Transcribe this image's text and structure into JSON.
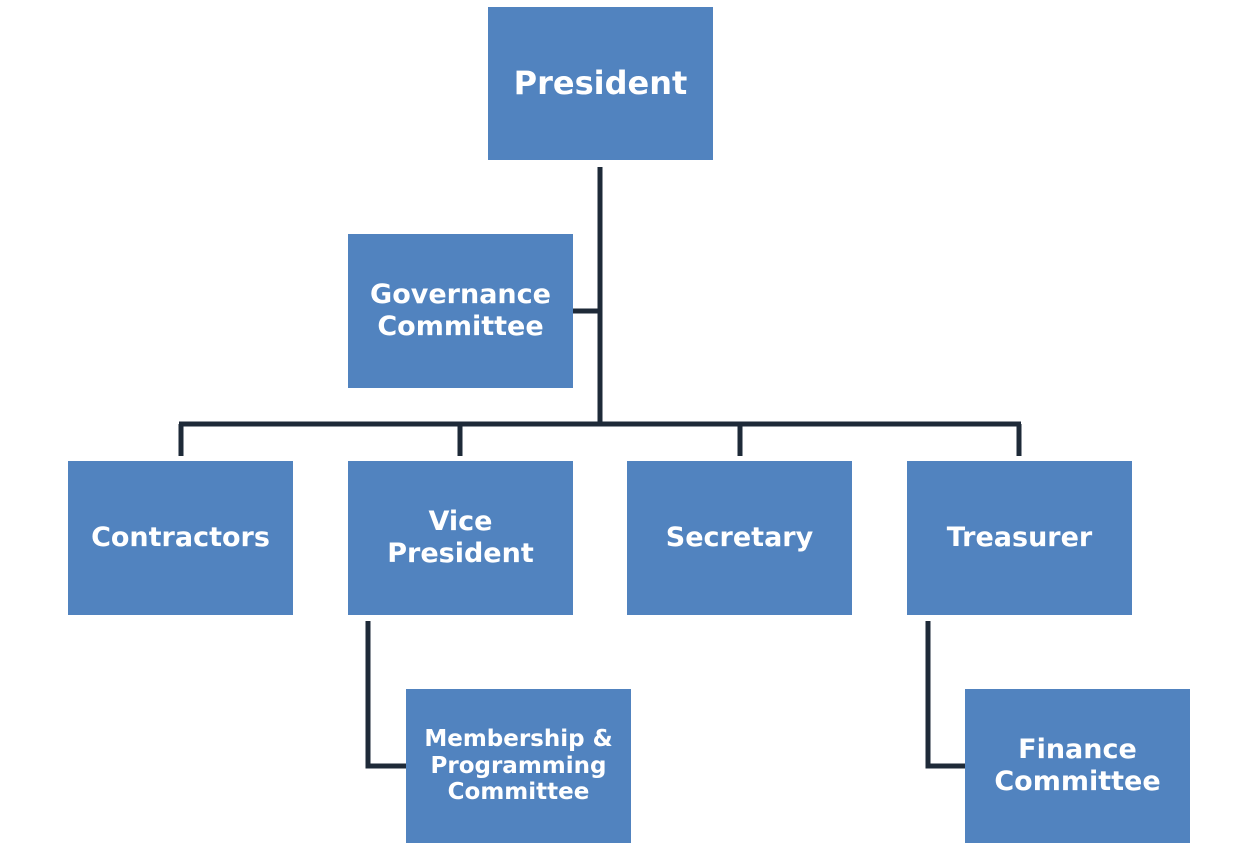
{
  "colors": {
    "box": "#5183bf",
    "line": "#1e2a38"
  },
  "nodes": {
    "president": "President",
    "governance": "Governance\nCommittee",
    "contractors": "Contractors",
    "vice_president": "Vice\nPresident",
    "secretary": "Secretary",
    "treasurer": "Treasurer",
    "membership": "Membership &\nProgramming\nCommittee",
    "finance": "Finance\nCommittee"
  }
}
